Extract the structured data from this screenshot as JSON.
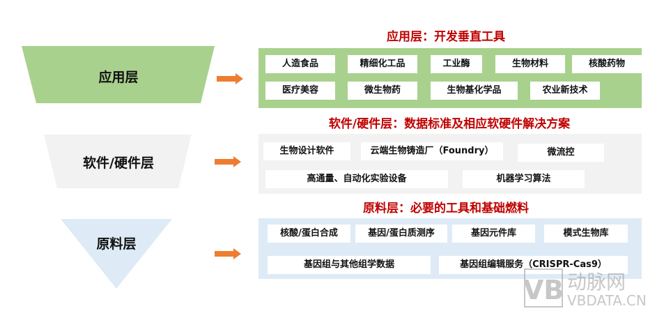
{
  "colors": {
    "application": "#a9d18e",
    "software": "#f2f2f2",
    "raw": "#deebf7",
    "arrow": "#ed7d31",
    "title": "#c00000"
  },
  "layers": [
    {
      "name": "应用层",
      "title": "应用层：开发垂直工具",
      "items": [
        "人造食品",
        "精细化工品",
        "工业酶",
        "生物材料",
        "核酸药物",
        "医疗美容",
        "微生物药",
        "生物基化学品",
        "农业新技术"
      ]
    },
    {
      "name": "软件/硬件层",
      "title": "软件/硬件层：数据标准及相应软硬件解决方案",
      "items": [
        "生物设计软件",
        "云端生物铸造厂（Foundry）",
        "微流控",
        "高通量、自动化实验设备",
        "机器学习算法"
      ]
    },
    {
      "name": "原料层",
      "title": "原料层：必要的工具和基础燃料",
      "items": [
        "核酸/蛋白合成",
        "基因/蛋白质测序",
        "基因元件库",
        "模式生物库",
        "基因组与其他组学数据",
        "基因组编辑服务（CRISPR-Cas9）"
      ]
    }
  ],
  "watermark": {
    "logo": "VB",
    "cn": "动脉网",
    "en": "VBDATA.CN"
  }
}
